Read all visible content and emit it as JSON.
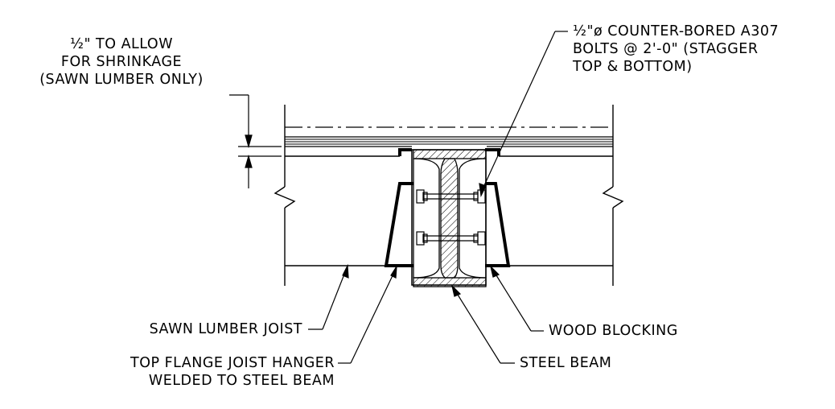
{
  "labels": {
    "bolts": {
      "line1": "½\"ø COUNTER-BORED A307",
      "line2": "BOLTS @ 2'-0\" (STAGGER",
      "line3": "TOP & BOTTOM)"
    },
    "shrinkage": {
      "line1": "½\" TO ALLOW",
      "line2": "FOR SHRINKAGE",
      "line3": "(SAWN LUMBER ONLY)"
    },
    "joist": "SAWN LUMBER JOIST",
    "hanger": {
      "line1": "TOP FLANGE JOIST HANGER",
      "line2": "WELDED TO STEEL BEAM"
    },
    "blocking": "WOOD BLOCKING",
    "beam": "STEEL BEAM"
  }
}
